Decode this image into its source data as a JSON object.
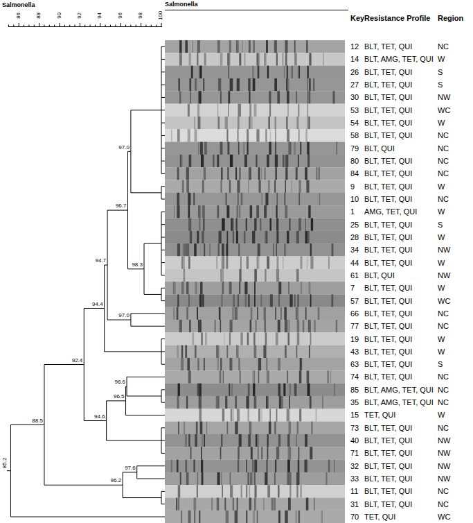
{
  "diagram": {
    "title": "Salmonella",
    "labels": [
      "Salmonella",
      "86",
      "88",
      "90",
      "92",
      "94",
      "96",
      "98",
      "100",
      "Key",
      "Resistance Profile",
      "Region",
      "12",
      "BLT, TET, QUI",
      "NC",
      "14",
      "BLT, AMG, TET, QUI",
      "W",
      "26",
      "BLT, TET, QUI",
      "S",
      "27",
      "BLT, TET, QUI",
      "S",
      "30",
      "BLT, TET, QUI",
      "NW",
      "53",
      "BLT, TET, QUI",
      "WC",
      "54",
      "BLT, TET, QUI",
      "W",
      "58",
      "BLT, TET, QUI",
      "NC",
      "79",
      "BLT, QUI",
      "NC",
      "80",
      "BLT, TET, QUI",
      "NC",
      "84",
      "BLT, TET, QUI",
      "NC",
      "9",
      "BLT, TET, QUI",
      "W",
      "10",
      "BLT, TET, QUI",
      "NC",
      "1",
      "AMG, TET, QUI",
      "W",
      "25",
      "BLT, TET, QUI",
      "S",
      "28",
      "BLT, TET, QUI",
      "W",
      "34",
      "BLT, TET, QUI",
      "NW",
      "44",
      "BLT, TET, QUI",
      "W",
      "61",
      "BLT, QUI",
      "NW",
      "7",
      "BLT, TET, QUI",
      "W",
      "57",
      "BLT, TET, QUI",
      "WC",
      "66",
      "BLT, TET, QUI",
      "NC",
      "77",
      "BLT, TET, QUI",
      "NC",
      "19",
      "BLT, TET, QUI",
      "W",
      "43",
      "BLT, TET, QUI",
      "W",
      "63",
      "BLT, TET, QUI",
      "S",
      "74",
      "BLT, TET, QUI",
      "NC",
      "85",
      "BLT, AMG, TET, QUI",
      "NC",
      "35",
      "BLT, AMG, TET, QUI",
      "NC",
      "15",
      "TET, QUI",
      "W",
      "73",
      "BLT, TET, QUI",
      "NC",
      "40",
      "BLT, TET, QUI",
      "NW",
      "71",
      "BLT, TET, QUI",
      "NW",
      "32",
      "BLT, TET, QUI",
      "NW",
      "33",
      "BLT, TET, QUI",
      "NW",
      "11",
      "BLT, TET, QUI",
      "NC",
      "31",
      "BLT, TET, QUI",
      "NC",
      "70",
      "TET, QUI",
      "WC",
      "97.0",
      "96.7",
      "98.3",
      "94.7",
      "97.0",
      "94.4",
      "92.4",
      "96.6",
      "96.5",
      "94.6",
      "97.6",
      "96.2",
      "88.5",
      "85.2"
    ]
  }
}
